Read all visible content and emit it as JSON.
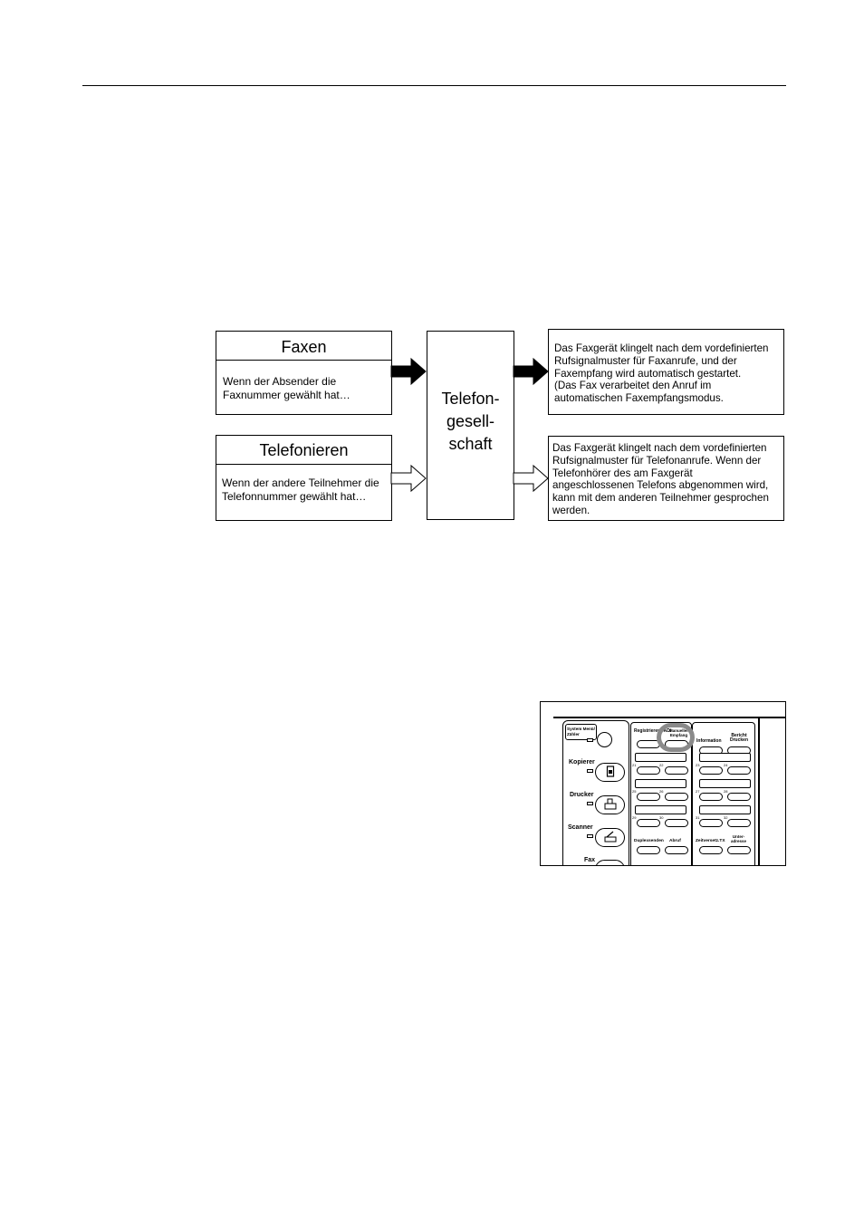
{
  "diagram": {
    "fax_box": {
      "title": "Faxen",
      "body_lines": [
        "Wenn der Absender die",
        "Faxnummer gewählt hat…"
      ]
    },
    "phone_box": {
      "title": "Telefonieren",
      "body_lines": [
        "Wenn der andere Teilnehmer die",
        "Telefonnummer gewählt hat…"
      ]
    },
    "center_box": {
      "lines": [
        "Telefon-",
        "gesell-",
        "schaft"
      ]
    },
    "fax_result": {
      "lines": [
        "Das Faxgerät klingelt nach dem vordefinierten",
        "Rufsignalmuster für Faxanrufe, und der",
        "Faxempfang wird automatisch gestartet.",
        "(Das Fax verarbeitet den Anruf im",
        "automatischen Faxempfangsmodus."
      ]
    },
    "phone_result": {
      "lines": [
        "Das Faxgerät klingelt nach dem vordefinierten",
        "Rufsignalmuster für Telefonanrufe. Wenn der",
        "Telefonhörer des am Faxgerät",
        "angeschlossenen Telefons abgenommen wird,",
        "kann mit dem anderen Teilnehmer gesprochen",
        "werden."
      ]
    }
  },
  "panel": {
    "system_label_1": "System Menü/",
    "system_label_2": "Zähler",
    "mode_labels": {
      "copier": "Kopierer",
      "printer": "Drucker",
      "scanner": "Scanner",
      "fax": "Fax"
    },
    "function_keys": {
      "register": "Registrieren",
      "tad_part": "TAD/",
      "manual_receive_1": "Manueller",
      "manual_receive_2": "Empfang",
      "information": "Information",
      "report_print_1": "Bericht",
      "report_print_2": "Drucken",
      "duplex_send": "Duplexsenden",
      "poll": "Abruf",
      "delayed_tx": "Zeitversetz.TX",
      "sub_address_1": "Unter-",
      "sub_address_2": "adresse"
    },
    "key_numbers": [
      "21",
      "22",
      "23",
      "24",
      "25",
      "26",
      "27",
      "28",
      "29",
      "30",
      "31",
      "32"
    ],
    "highlight_color": "#8a8a8a"
  }
}
